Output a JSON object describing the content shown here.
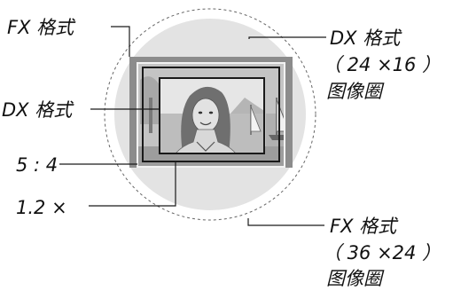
{
  "labels": {
    "fx_format_top": "FX 格式",
    "dx_format_left": "DX 格式",
    "ratio_5_4": "5 : 4",
    "crop_1_2x": "1.2 ×",
    "dx_image_circle": {
      "title": "DX 格式",
      "size": "（ 24 ×16 ）",
      "caption": "图像圈"
    },
    "fx_image_circle": {
      "title": "FX 格式",
      "size": "（ 36 ×24 ）",
      "caption": "图像圈"
    }
  },
  "colors": {
    "text": "#111111",
    "frame_gray": "#8c8c8c",
    "circle_gray": "#d8d8d8",
    "line": "#1a1a1a",
    "dashed_circle": "#666666"
  }
}
